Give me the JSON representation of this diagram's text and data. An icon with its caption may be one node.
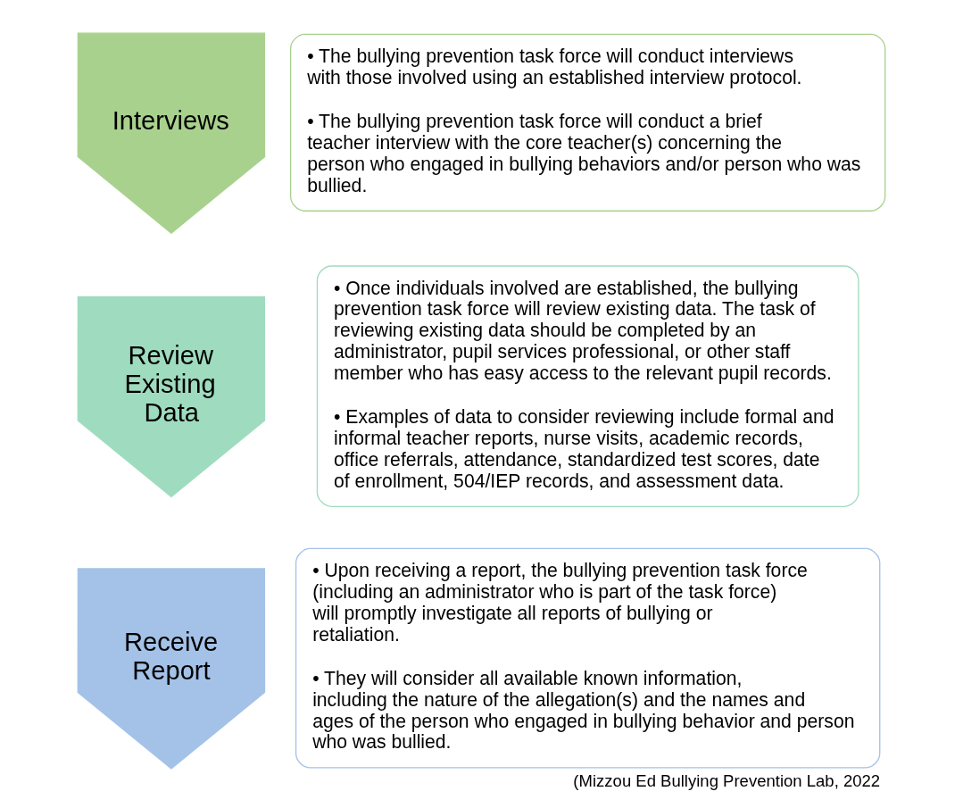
{
  "diagram": {
    "caption": "(Mizzou Ed Bullying Prevention Lab, 2022",
    "nodes": [
      {
        "text": [
          "Receive Report"
        ]
      },
      {
        "text": [
          "• Upon receiving a report, the bullying prevention task force (including an administrator who is part of the task force) will promptly investigate all reports of bullying or retaliation.",
          "• They will consider all available known information, including the nature of the allegation(s) and the names and ages of the person who engaged in bullying behavior and person who was bullied."
        ]
      },
      {
        "text": [
          "Review Existing Data"
        ]
      },
      {
        "text": [
          "• Once individuals involved are established, the bullying prevention task force will review existing data. The task of reviewing existing data should be completed by an administrator, pupil services professional, or other staff member who has easy access to the relevant pupil records.",
          "• Examples of data to consider reviewing include formal and informal teacher reports, nurse visits, academic records, office referrals, attendance, standardized test scores, date of enrollment, 504/IEP records, and assessment data."
        ]
      },
      {
        "text": [
          "Interviews"
        ]
      },
      {
        "text": [
          "• The bullying prevention task force will conduct interviews with those involved using an established interview protocol.",
          "• The bullying prevention task force will conduct a brief teacher interview with the core teacher(s) concerning the person who engaged in bullying behaviors and/or person who was bullied."
        ]
      }
    ]
  }
}
